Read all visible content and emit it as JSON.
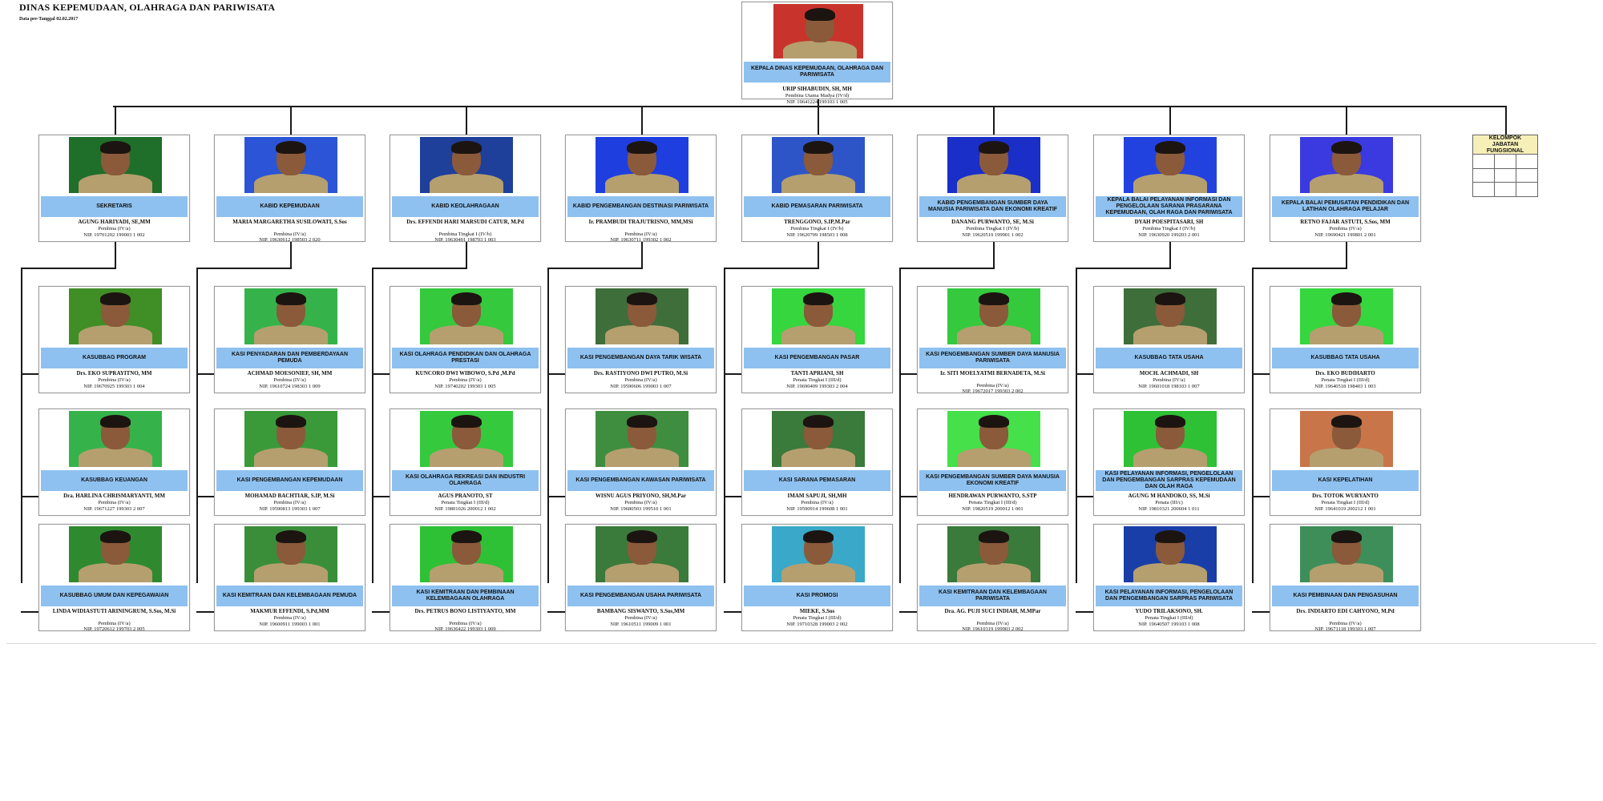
{
  "header": {
    "title": "DINAS KEPEMUDAAN, OLAHRAGA DAN PARIWISATA",
    "date": "Data per-Tanggal 02.02.2017"
  },
  "head": {
    "title": "KEPALA DINAS KEPEMUDAAN, OLAHRAGA DAN PARIWISATA",
    "name": "URIP SIHABUDIN, SH, MH",
    "rank": "Pembina Utama Madya (IV/d)",
    "nip": "NIP. 19641224 199103 1 005",
    "bg": "#c8342c"
  },
  "functional_group": {
    "label": "KELOMPOK JABATAN FUNGSIONAL"
  },
  "columns": [
    {
      "top": {
        "title": "SEKRETARIS",
        "name": "AGUNG HARIYADI, SE,MM",
        "rank": "Pembina (IV/a)",
        "nip": "NIP. 19701202 199003 1 002",
        "bg": "#1f6e2a"
      },
      "subs": [
        {
          "title": "KASUBBAG PROGRAM",
          "name": "Drs. EKO SUPRAYITNO, MM",
          "rank": "Pembina (IV/a)",
          "nip": "NIP. 19670925 199303 1 004",
          "bg": "#3f8e26"
        },
        {
          "title": "KASUBBAG KEUANGAN",
          "name": "Dra. HARLINA CHRISMARYANTI, MM",
          "rank": "Pembina (IV/a)",
          "nip": "NIP. 19671227 199303 2 007",
          "bg": "#35b34a"
        },
        {
          "title": "KASUBBAG UMUM DAN KEPEGAWAIAN",
          "name": "LINDA WIDIASTUTI ARININGRUM, S.Sos, M.Si",
          "rank": "Pembina (IV/a)",
          "nip": "NIP. 19720612 199703 2 005",
          "bg": "#2f8a2f"
        }
      ]
    },
    {
      "top": {
        "title": "KABID KEPEMUDAAN",
        "name": "MARIA MARGARETHA SUSILOWATI, S.Sos",
        "rank": "Pembina (IV/a)",
        "nip": "NIP. 19630612 198503 2 020",
        "bg": "#2b55d6"
      },
      "subs": [
        {
          "title": "KASI PENYADARAN DAN PEMBERDAYAAN PEMUDA",
          "name": "ACHMAD MOESONIEF, SH, MM",
          "rank": "Pembina (IV/a)",
          "nip": "NIP. 19610724 198303 1 009",
          "bg": "#35b34a"
        },
        {
          "title": "KASI PENGEMBANGAN KEPEMUDAAN",
          "name": "MOHAMAD BACHTIAR, S.IP, M.Si",
          "rank": "Pembina (IV/a)",
          "nip": "NIP. 19590813 199303 1 007",
          "bg": "#3a9a3a"
        },
        {
          "title": "KASI KEMITRAAN DAN KELEMBAGAAN PEMUDA",
          "name": "MAKMUR EFFENDI, S.Pd,MM",
          "rank": "Pembina (IV/a)",
          "nip": "NIP. 19600911 199003 1 001",
          "bg": "#3a8e3a"
        }
      ]
    },
    {
      "top": {
        "title": "KABID KEOLAHRAGAAN",
        "name": "Drs. EFFENDI HARI MARSUDI CATUR, M.Pd",
        "rank": "Pembina Tingkat I (IV/b)",
        "nip": "NIP. 19630401 198703 1 003",
        "bg": "#1e3f9a"
      },
      "subs": [
        {
          "title": "KASI OLAHRAGA PENDIDIKAN DAN OLAHRAGA PRESTASI",
          "name": "KUNCORO DWI WIBOWO, S.Pd ,M.Pd",
          "rank": "Pembina (IV/a)",
          "nip": "NIP. 19740202 199303 1 005",
          "bg": "#35c93e"
        },
        {
          "title": "KASI OLAHRAGA REKREASI DAN INDUSTRI OLAHRAGA",
          "name": "AGUS PRANOTO, ST",
          "rank": "Penata Tingkat I (III/d)",
          "nip": "NIP. 19801026 200012 1 002",
          "bg": "#35c93e"
        },
        {
          "title": "KASI KEMITRAAN DAN PEMBINAAN KELEMBAGAAN OLAHRAGA",
          "name": "Drs. PETRUS BONO LISTIYANTO, MM",
          "rank": "Pembina (IV/a)",
          "nip": "NIP. 19636422 199303 1 009",
          "bg": "#2fc135"
        }
      ]
    },
    {
      "top": {
        "title": "KABID PENGEMBANGAN DESTINASI PARIWISATA",
        "name": "Ir. PRAMBUDI TRAJUTRISNO, MM,MSi",
        "rank": "Pembina (IV/a)",
        "nip": "NIP. 19630711 199302 1 002",
        "bg": "#1f3ee0"
      },
      "subs": [
        {
          "title": "KASI PENGEMBANGAN DAYA TARIK WISATA",
          "name": "Drs. RASTIYONO DWI PUTRO, M.Si",
          "rank": "Pembina (IV/a)",
          "nip": "NIP. 19590606 199003 1 007",
          "bg": "#3e6e3a"
        },
        {
          "title": "KASI PENGEMBANGAN KAWASAN PARIWISATA",
          "name": "WISNU AGUS PRIYONO, SH,M.Par",
          "rank": "Pembina (IV/a)",
          "nip": "NIP. 19680503 199510 1 001",
          "bg": "#3f8e3f"
        },
        {
          "title": "KASI PENGEMBANGAN USAHA PARIWISATA",
          "name": "BAMBANG SISWANTO, S.Sos,MM",
          "rank": "Pembina (IV/a)",
          "nip": "NIP. 19610511 199009 1 001",
          "bg": "#3a7a3a"
        }
      ]
    },
    {
      "top": {
        "title": "KABID PEMASARAN PARIWISATA",
        "name": "TRENGGONO, S.IP,M.Par",
        "rank": "Pembina Tingkat I (IV/b)",
        "nip": "NIP. 19620709 198503 1 008",
        "bg": "#2e55c8"
      },
      "subs": [
        {
          "title": "KASI PENGEMBANGAN PASAR",
          "name": "TANTI APRIANI, SH",
          "rank": "Penata Tingkat I (III/d)",
          "nip": "NIP. 19690409 199303 2 004",
          "bg": "#35d63e"
        },
        {
          "title": "KASI SARANA PEMASARAN",
          "name": "IMAM SAPUJI, SH,MH",
          "rank": "Pembina (IV/a)",
          "nip": "NIP. 19590914 199608 1 001",
          "bg": "#3a7a3a"
        },
        {
          "title": "KASI PROMOSI",
          "name": "MIEKE, S.Sos",
          "rank": "Penata Tingkat I (III/d)",
          "nip": "NIP. 19710328 199003 2 002",
          "bg": "#3aa8c8"
        }
      ]
    },
    {
      "top": {
        "title": "KABID PENGEMBANGAN SUMBER DAYA MANUSIA PARIWISATA DAN EKONOMI KREATIF",
        "name": "DANANG PURWANTO, SE, M.Si",
        "rank": "Pembina Tingkat I (IV/b)",
        "nip": "NIP. 19620519 199901 1 002",
        "bg": "#1a2ec8"
      },
      "subs": [
        {
          "title": "KASI PENGEMBANGAN SUMBER DAYA MANUSIA PARIWISATA",
          "name": "Ir. SITI MOELYATMI BERNADETA, M.Si",
          "rank": "Pembina (IV/a)",
          "nip": "NIP. 19672017 199303 2 002",
          "bg": "#35c93e"
        },
        {
          "title": "KASI PENGEMBANGAN SUMBER DAYA MANUSIA EKONOMI KREATIF",
          "name": "HENDRAWAN PURWANTO, S.STP",
          "rank": "Penata Tingkat I (III/d)",
          "nip": "NIP. 19820519 200012 1 001",
          "bg": "#45e04a"
        },
        {
          "title": "KASI KEMITRAAN DAN KELEMBAGAAN PARIWISATA",
          "name": "Dra. AG. PUJI SUCI INDIAH, M.MPar",
          "rank": "Pembina (IV/a)",
          "nip": "NIP. 19610319 199903 2 002",
          "bg": "#3a7a3a"
        }
      ]
    },
    {
      "top": {
        "title": "KEPALA BALAI PELAYANAN INFORMASI DAN PENGELOLAAN SARANA PRASARANA KEPEMUDAAN, OLAH RAGA DAN PARIWISATA",
        "name": "DYAH POESPITASARI, SH",
        "rank": "Pembina Tingkat I (IV/b)",
        "nip": "NIP. 19630920 199203 2 001",
        "bg": "#2242e0"
      },
      "subs": [
        {
          "title": "KASUBBAG TATA USAHA",
          "name": "MOCH. ACHMADI, SH",
          "rank": "Pembina (IV/a)",
          "nip": "NIP. 19601018 198103 1 007",
          "bg": "#3e6e3a"
        },
        {
          "title": "KASI PELAYANAN INFORMASI, PENGELOLAAN DAN PENGEMBANGAN SARPRAS KEPEMUDAAN DAN OLAH RAGA",
          "name": "AGUNG M HANDOKO, SS, M.Si",
          "rank": "Penata (III/c)",
          "nip": "NIP. 19810321 200604 1 011",
          "bg": "#2fc135"
        },
        {
          "title": "KASI PELAYANAN INFORMASI, PENGELOLAAN DAN PENGEMBANGAN SARPRAS PARIWISATA",
          "name": "YUDO TRILAKSONO, SH.",
          "rank": "Penata Tingkat I (III/d)",
          "nip": "NIP. 19640507 199103 1 008",
          "bg": "#1a3ea8"
        }
      ]
    },
    {
      "top": {
        "title": "KEPALA BALAI PEMUSATAN PENDIDIKAN DAN LATIHAN OLAHRAGA PELAJAR",
        "name": "RETNO FAJAR ASTUTI, S.Sos, MM",
        "rank": "Pembina (IV/a)",
        "nip": "NIP. 19690421 199801 2 001",
        "bg": "#3a3ae0"
      },
      "subs": [
        {
          "title": "KASUBBAG TATA USAHA",
          "name": "Drs. EKO BUDIHARTO",
          "rank": "Penata Tingkat I (III/d)",
          "nip": "NIP. 19640518 198403 1 003",
          "bg": "#35d63e"
        },
        {
          "title": "KASI KEPELATIHAN",
          "name": "Drs. TOTOK WURYANTO",
          "rank": "Penata Tingkat I (III/d)",
          "nip": "NIP. 19641019 200212 1 001",
          "bg": "#c8754a"
        },
        {
          "title": "KASI PEMBINAAN DAN PENGASUHAN",
          "name": "Drs. INDIARTO EDI CAHYONO, M.Pd",
          "rank": "Pembina (IV/a)",
          "nip": "NIP. 19671118 199303 1 007",
          "bg": "#3e8e5a"
        }
      ]
    }
  ]
}
